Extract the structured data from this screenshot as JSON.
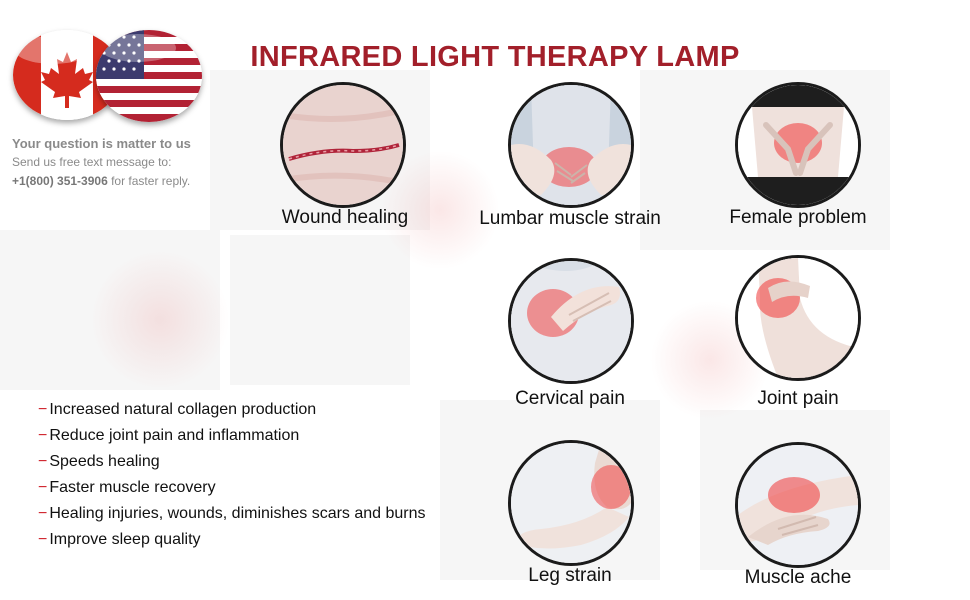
{
  "title": "INFRARED LIGHT THERAPY LAMP",
  "flags": [
    {
      "name": "Canada",
      "icon": "canada-flag-icon",
      "colors": {
        "red": "#d52b1e",
        "white": "#ffffff"
      }
    },
    {
      "name": "United States",
      "icon": "usa-flag-icon",
      "colors": {
        "red": "#b22234",
        "white": "#ffffff",
        "blue": "#3c3b6e"
      }
    }
  ],
  "contact": {
    "question": "Your question is matter to us",
    "line2": "Send us free text message to:",
    "phone": "+1(800) 351-3906",
    "suffix": " for faster reply."
  },
  "conditions": [
    {
      "label": "Wound healing",
      "icon": "wound-healing-icon"
    },
    {
      "label": "Lumbar muscle strain",
      "icon": "lumbar-strain-icon"
    },
    {
      "label": "Female problem",
      "icon": "female-problem-icon"
    },
    {
      "label": "Cervical pain",
      "icon": "cervical-pain-icon"
    },
    {
      "label": "Joint pain",
      "icon": "joint-pain-icon"
    },
    {
      "label": "Leg strain",
      "icon": "leg-strain-icon"
    },
    {
      "label": "Muscle ache",
      "icon": "muscle-ache-icon"
    }
  ],
  "benefits": [
    "Increased natural collagen production",
    "Reduce joint pain and inflammation",
    "Speeds healing",
    "Faster muscle recovery",
    "Healing injuries, wounds, diminishes scars and burns",
    "Improve sleep quality"
  ],
  "bullet": "−",
  "colors": {
    "title": "#a21f2a",
    "bullet": "#d0262f",
    "circle_border": "#1b1b1b",
    "contact_text": "#8a8a8a"
  }
}
